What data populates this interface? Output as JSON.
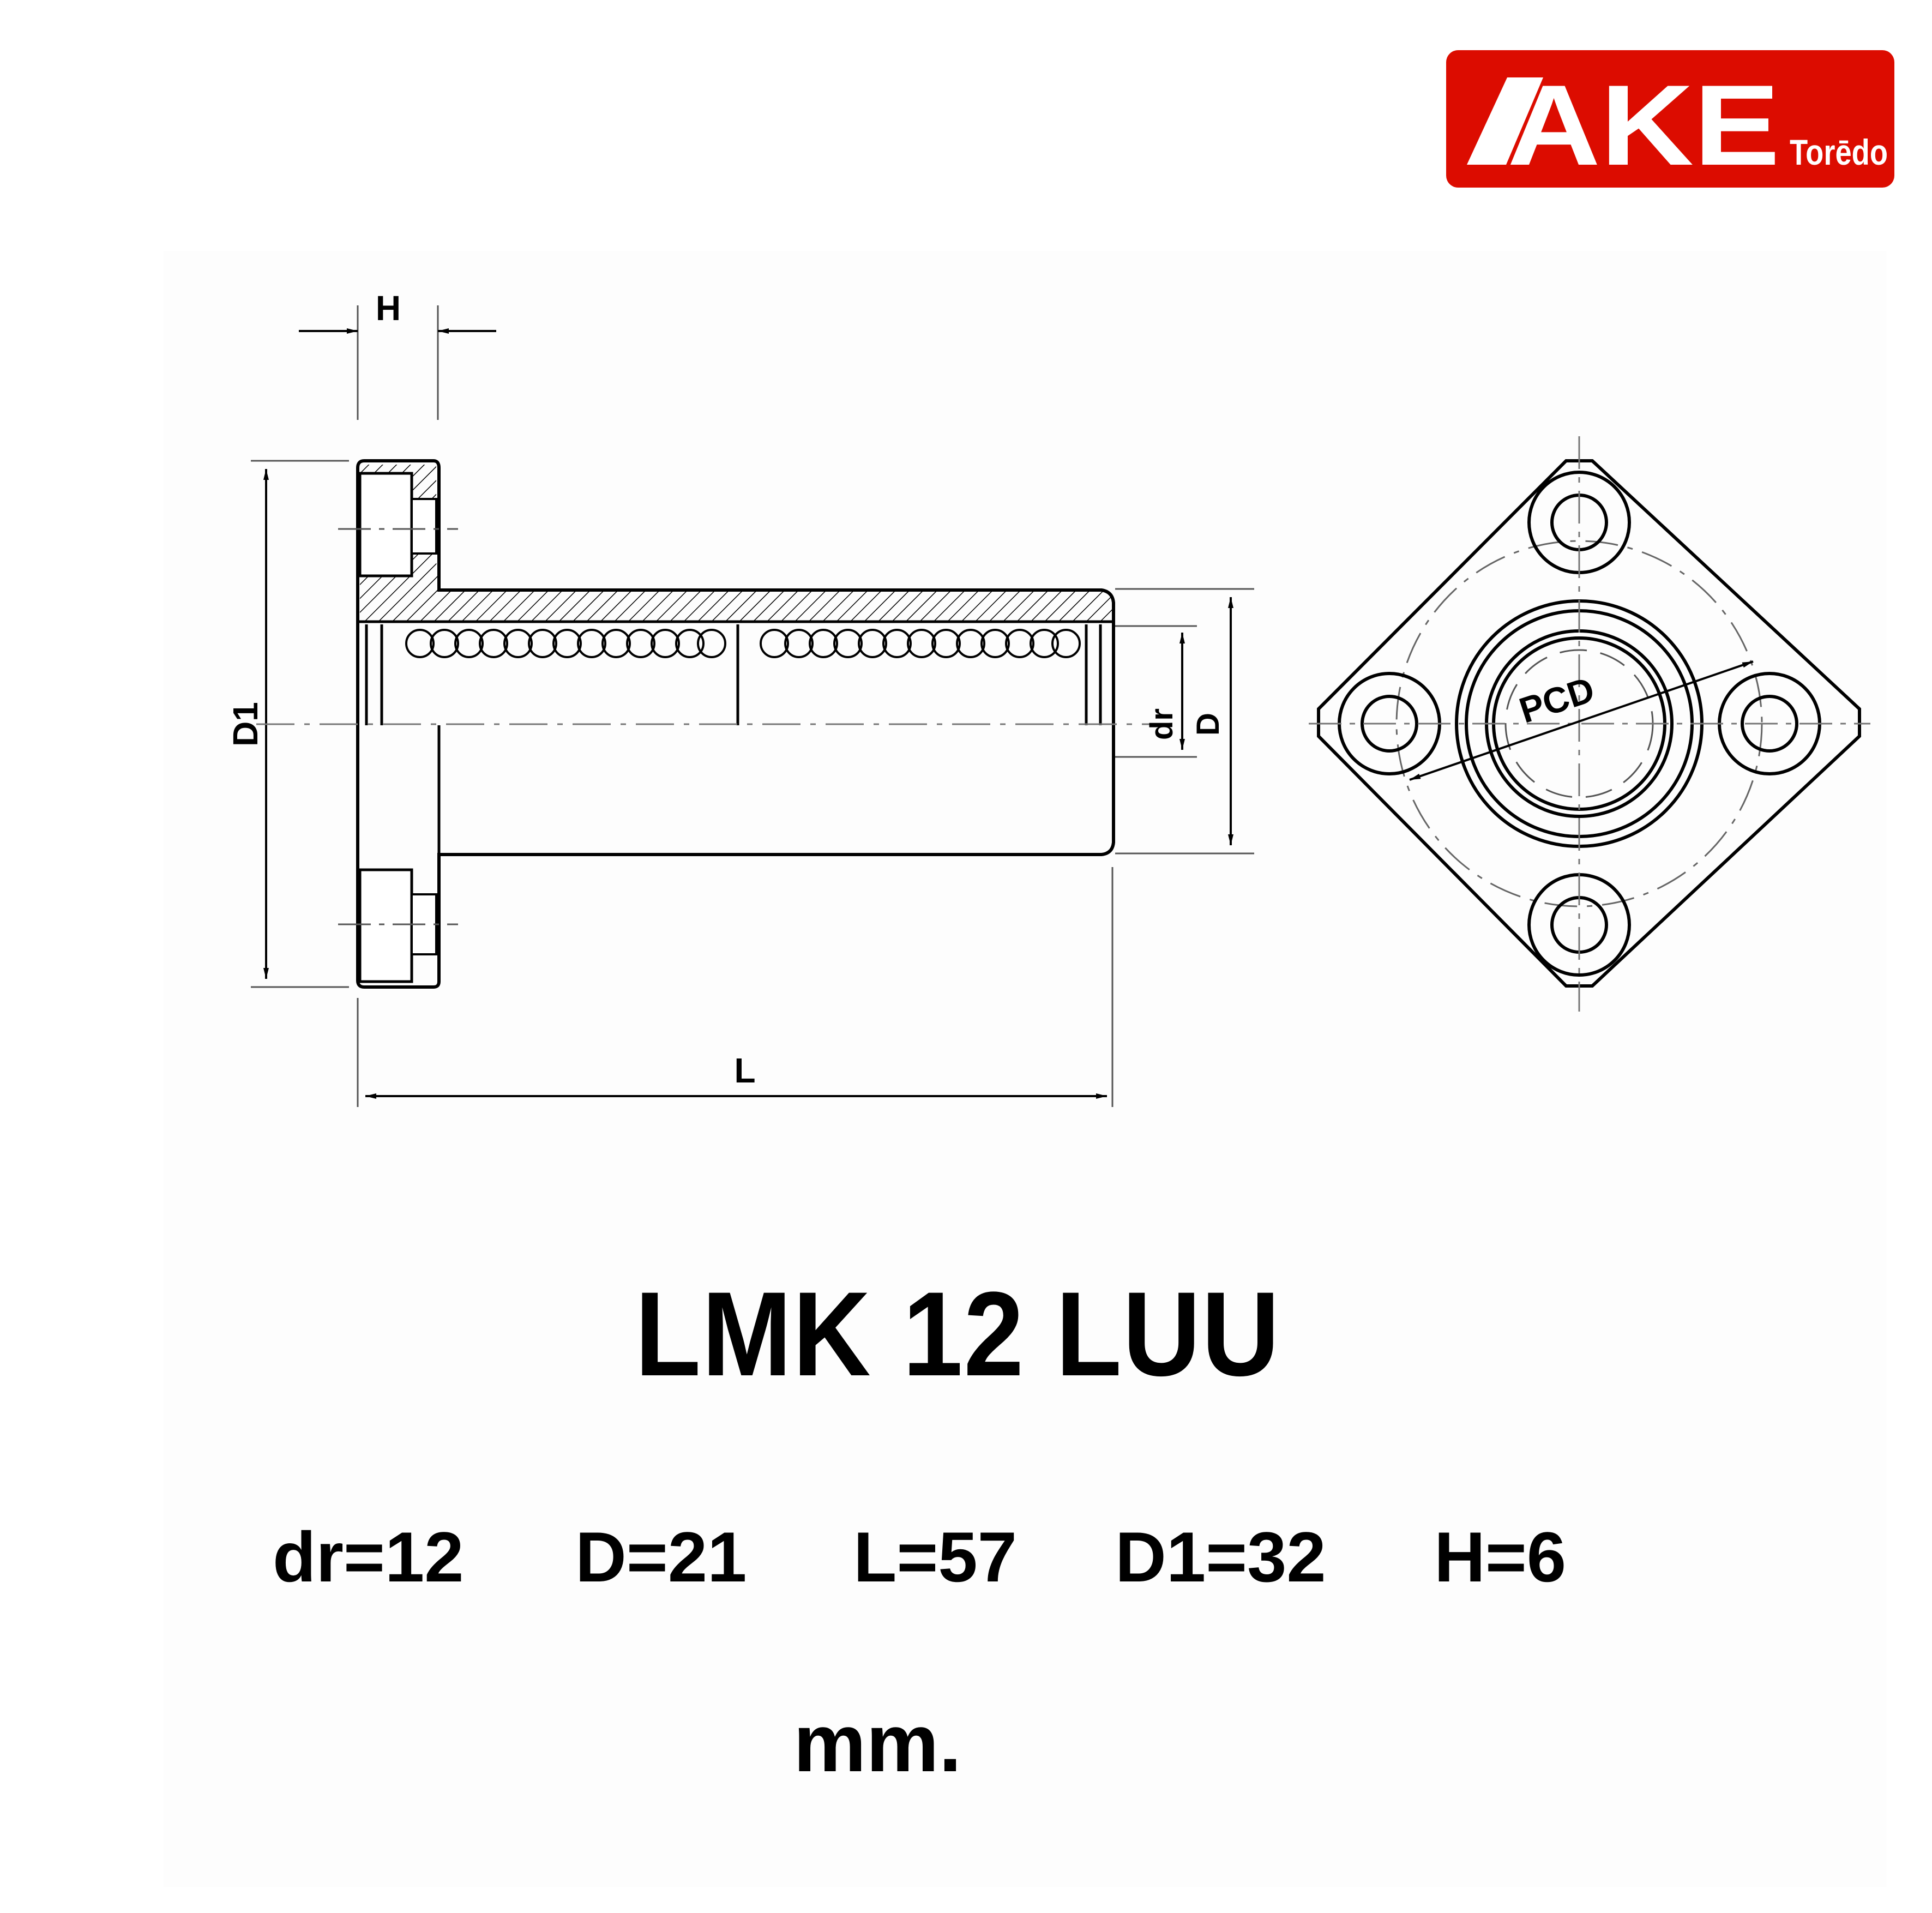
{
  "brand": {
    "logo_text": "AKE",
    "logo_subtext": "Torēdo",
    "background_color": "#dc0c00",
    "text_color": "#ffffff"
  },
  "drawing": {
    "side_view_labels": {
      "flange_thickness": "H",
      "flange_diameter": "D1",
      "length": "L",
      "inner_diameter": "dr",
      "outer_diameter": "D"
    },
    "front_view_labels": {
      "pitch_circle": "PCD"
    }
  },
  "product": {
    "model": "LMK 12 LUU"
  },
  "specs": [
    {
      "label": "dr=12"
    },
    {
      "label": "D=21"
    },
    {
      "label": "L=57"
    },
    {
      "label": "D1=32"
    },
    {
      "label": "H=6"
    }
  ],
  "unit": "mm."
}
